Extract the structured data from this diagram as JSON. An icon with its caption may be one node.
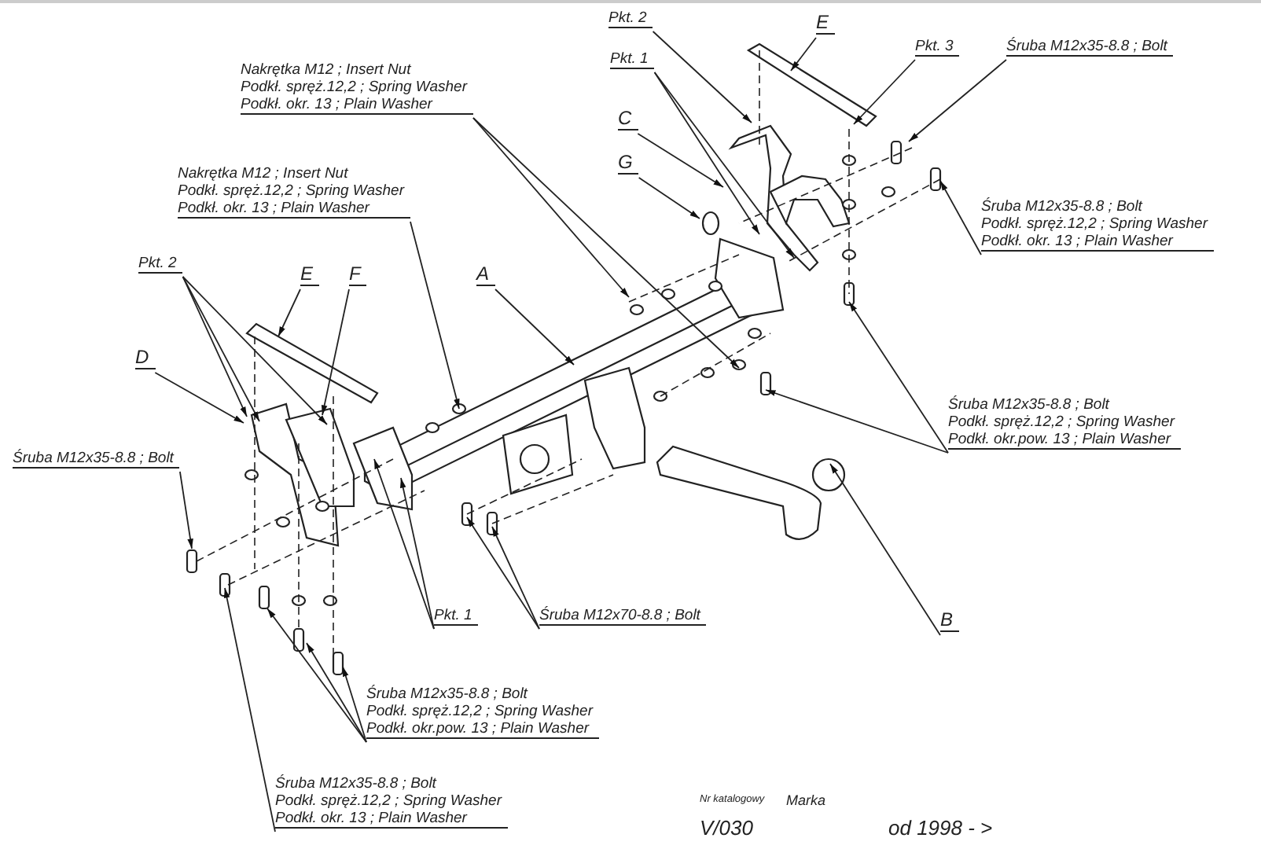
{
  "diagram": {
    "nodes": [
      {
        "text": [
          "Pkt. 2"
        ]
      },
      {
        "text": [
          "Pkt. 1"
        ]
      },
      {
        "text": [
          "E"
        ]
      },
      {
        "text": [
          "Pkt. 3"
        ]
      },
      {
        "text": [
          "Śruba M12x35-8.8 ;  Bolt"
        ]
      },
      {
        "text": [
          "C"
        ]
      },
      {
        "text": [
          "G"
        ]
      },
      {
        "text": [
          "Śruba M12x35-8.8 ;  Bolt",
          "Podkł. spręż.12,2 ; Spring Washer",
          "Podkł. okr. 13 ; Plain Washer"
        ]
      },
      {
        "text": [
          "Śruba M12x35-8.8 ;  Bolt",
          "Podkł. spręż.12,2 ; Spring Washer",
          "Podkł. okr.pow.  13 ; Plain Washer"
        ]
      },
      {
        "text": [
          "Nakrętka  M12 ; Insert Nut",
          "Podkł. spręż.12,2 ; Spring Washer",
          "Podkł. okr. 13 ; Plain Washer"
        ]
      },
      {
        "text": [
          "Nakrętka  M12 ; Insert Nut",
          "Podkł. spręż.12,2 ; Spring Washer",
          "Podkł. okr. 13 ; Plain Washer"
        ]
      },
      {
        "text": [
          "Pkt. 2"
        ]
      },
      {
        "text": [
          "E"
        ]
      },
      {
        "text": [
          "F"
        ]
      },
      {
        "text": [
          "D"
        ]
      },
      {
        "text": [
          "A"
        ]
      },
      {
        "text": [
          "Śruba M12x35-8.8 ;  Bolt"
        ]
      },
      {
        "text": [
          "Pkt. 1"
        ]
      },
      {
        "text": [
          "Śruba M12x70-8.8 ;  Bolt"
        ]
      },
      {
        "text": [
          "Śruba M12x35-8.8 ;  Bolt",
          "Podkł. spręż.12,2 ; Spring Washer",
          "Podkł. okr.pow.  13 ; Plain Washer"
        ]
      },
      {
        "text": [
          "Śruba M12x35-8.8 ;  Bolt",
          "Podkł. spręż.12,2 ; Spring Washer",
          "Podkł. okr. 13 ; Plain Washer"
        ]
      },
      {
        "text": [
          "B"
        ]
      }
    ],
    "edges": [
      {
        "from": 0,
        "to": null,
        "arrow": "to"
      },
      {
        "from": 1,
        "to": null,
        "arrow": "to"
      },
      {
        "from": 1,
        "to": null,
        "arrow": "to"
      },
      {
        "from": 2,
        "to": null,
        "arrow": "to"
      },
      {
        "from": 3,
        "to": null,
        "arrow": "to"
      },
      {
        "from": 4,
        "to": null,
        "arrow": "to"
      },
      {
        "from": 5,
        "to": null,
        "arrow": "to"
      },
      {
        "from": 6,
        "to": null,
        "arrow": "to"
      },
      {
        "from": 7,
        "to": null,
        "arrow": "to"
      },
      {
        "from": 8,
        "to": null,
        "arrow": "to"
      },
      {
        "from": 8,
        "to": null,
        "arrow": "to"
      },
      {
        "from": 9,
        "to": null,
        "arrow": "to"
      },
      {
        "from": 9,
        "to": null,
        "arrow": "to"
      },
      {
        "from": 10,
        "to": null,
        "arrow": "to"
      },
      {
        "from": 11,
        "to": null,
        "arrow": "to"
      },
      {
        "from": 11,
        "to": null,
        "arrow": "to"
      },
      {
        "from": 11,
        "to": null,
        "arrow": "to"
      },
      {
        "from": 12,
        "to": null,
        "arrow": "to"
      },
      {
        "from": 13,
        "to": null,
        "arrow": "to"
      },
      {
        "from": 14,
        "to": null,
        "arrow": "to"
      },
      {
        "from": 15,
        "to": null,
        "arrow": "to"
      },
      {
        "from": 16,
        "to": null,
        "arrow": "to"
      },
      {
        "from": 17,
        "to": null,
        "arrow": "to"
      },
      {
        "from": 17,
        "to": null,
        "arrow": "to"
      },
      {
        "from": 18,
        "to": null,
        "arrow": "to"
      },
      {
        "from": 18,
        "to": null,
        "arrow": "to"
      },
      {
        "from": 19,
        "to": null,
        "arrow": "to"
      },
      {
        "from": 19,
        "to": null,
        "arrow": "to"
      },
      {
        "from": 19,
        "to": null,
        "arrow": "to"
      },
      {
        "from": 20,
        "to": null,
        "arrow": "to"
      },
      {
        "from": 21,
        "to": null,
        "arrow": "to"
      }
    ],
    "labels": [
      "Nr katalogowy",
      "Marka",
      "V/030",
      "od 1998 - >"
    ]
  }
}
